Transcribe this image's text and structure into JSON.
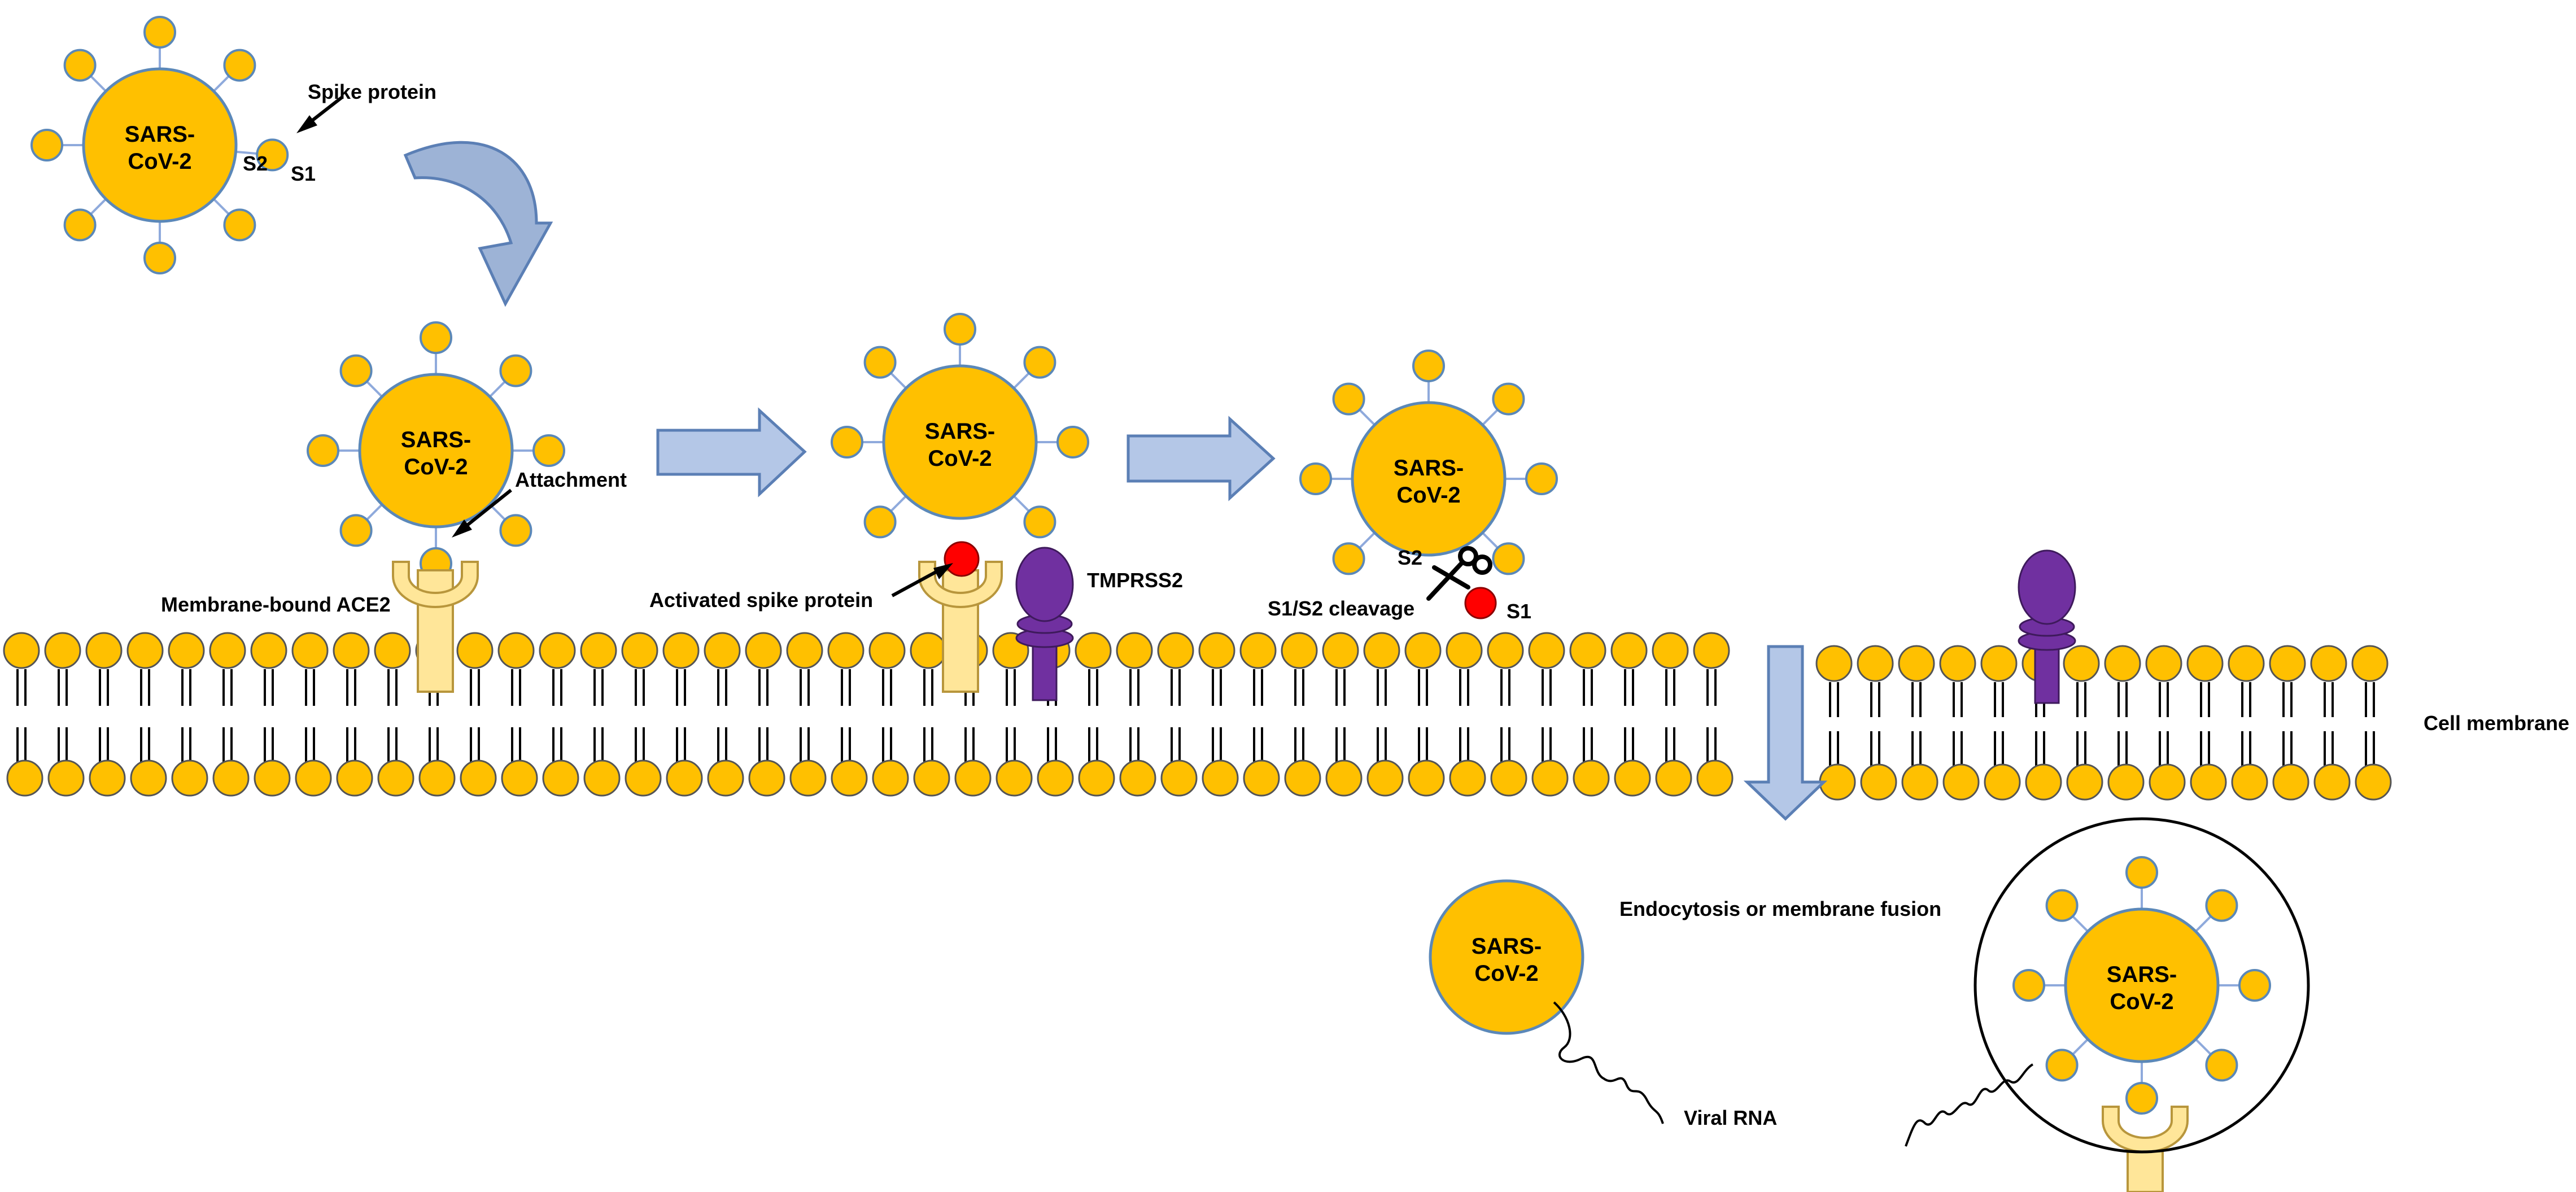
{
  "virus_label_line1": "SARS-",
  "virus_label_line2": "CoV-2",
  "labels": {
    "spike_protein": "Spike protein",
    "s1": "S1",
    "s2": "S2",
    "attachment": "Attachment",
    "membrane_ace2": "Membrane-bound ACE2",
    "activated_spike": "Activated spike protein",
    "tmprss2": "TMPRSS2",
    "cleavage": "S1/S2 cleavage",
    "cell_membrane": "Cell membrane",
    "endocytosis": "Endocytosis or membrane fusion",
    "viral_rna": "Viral RNA"
  },
  "colors": {
    "virus_fill": "#FFC000",
    "virus_stroke": "#5B88B8",
    "spike_stem": "#8FAADC",
    "receptor_fill": "#FFE699",
    "receptor_stroke": "#B8963C",
    "tmprss2_fill": "#7030A0",
    "cleaved_s1": "#FF0000",
    "process_arrow_fill": "#B4C7E7",
    "process_arrow_stroke": "#5B7FB5",
    "curved_arrow_fill": "#9DB3D6",
    "lipid_head": "#FFC000",
    "lipid_tail": "#000000"
  }
}
